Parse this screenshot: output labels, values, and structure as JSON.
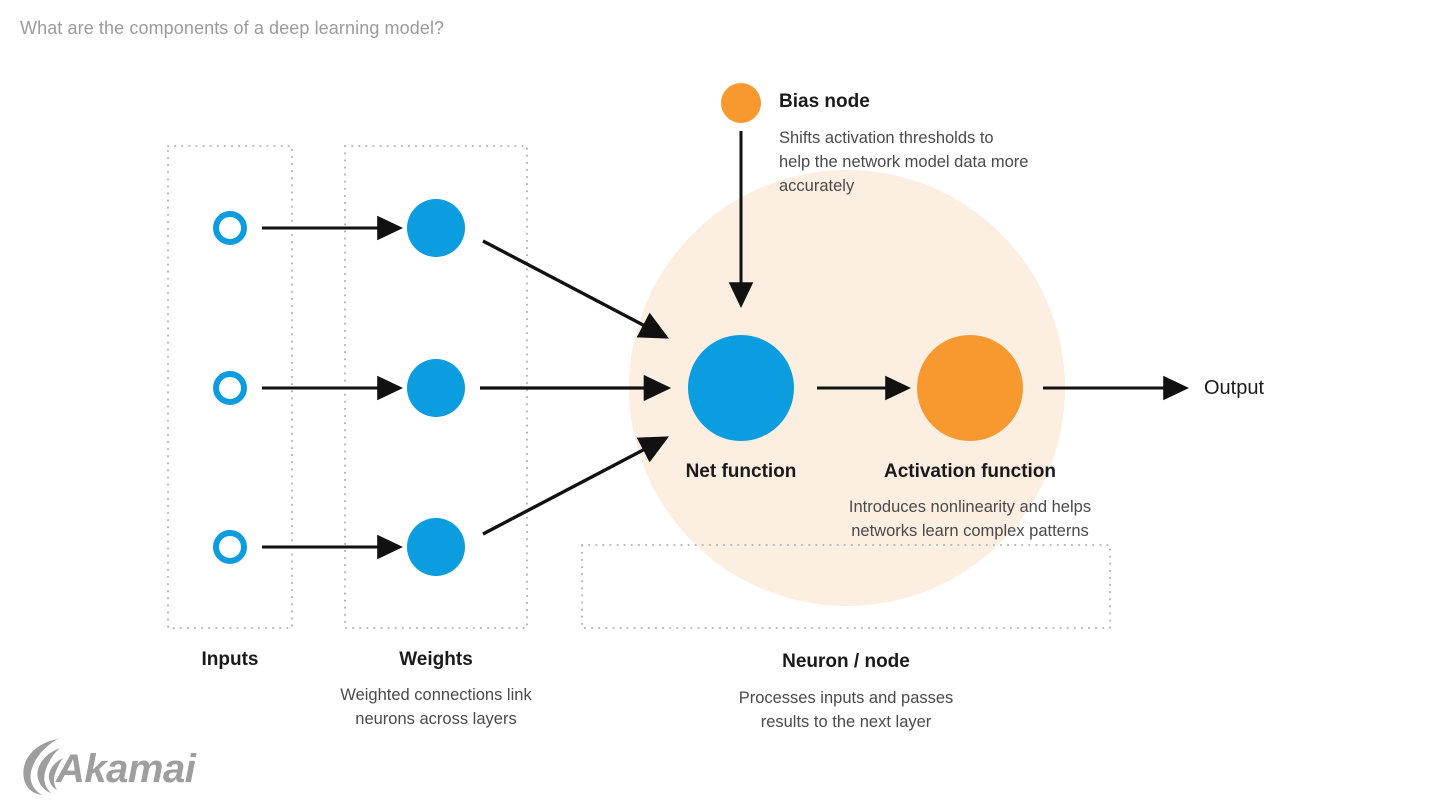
{
  "page": {
    "title": "What are the components of a deep learning model?",
    "background": "#ffffff"
  },
  "colors": {
    "blue": "#0c9de0",
    "orange": "#f7992f",
    "halo": "#fceee0",
    "arrow": "#111111",
    "dotted_box": "#b5b5b5",
    "title_gray": "#9b9b9b",
    "body_gray": "#4a4a4a",
    "heading_black": "#1a1a1a",
    "logo_gray": "#9e9e9e"
  },
  "bias": {
    "heading": "Bias node",
    "description": "Shifts activation thresholds to help the network model data more accurately",
    "node_color": "#f7992f"
  },
  "neuron": {
    "heading": "Neuron / node",
    "description": "Processes inputs and passes results to the next layer",
    "net_function_label": "Net function",
    "activation_label": "Activation function",
    "activation_description": "Introduces nonlinearity and helps networks learn complex patterns"
  },
  "inputs": {
    "heading": "Inputs",
    "nodes": [
      {
        "label": "input-node-1"
      },
      {
        "label": "input-node-2"
      },
      {
        "label": "input-node-3"
      }
    ]
  },
  "weights": {
    "heading": "Weights",
    "description": "Weighted connections link neurons across layers",
    "nodes": [
      {
        "label": "weight-node-1"
      },
      {
        "label": "weight-node-2"
      },
      {
        "label": "weight-node-3"
      }
    ]
  },
  "output": {
    "label": "Output"
  },
  "logo": {
    "wordmark": "Akamai"
  },
  "diagram_data": {
    "type": "diagram",
    "description": "Schematic of a single artificial neuron in a deep learning model",
    "layers": [
      {
        "name": "Inputs",
        "count": 3,
        "style": "hollow blue ring"
      },
      {
        "name": "Weights",
        "count": 3,
        "style": "solid blue disc"
      },
      {
        "name": "Net function",
        "count": 1,
        "style": "large solid blue disc"
      },
      {
        "name": "Activation function",
        "count": 1,
        "style": "large solid orange disc"
      },
      {
        "name": "Bias node",
        "count": 1,
        "style": "small solid orange disc"
      },
      {
        "name": "Output",
        "count": 1,
        "style": "text label"
      }
    ],
    "connections": [
      {
        "from": "input-node-1",
        "to": "weight-node-1"
      },
      {
        "from": "input-node-2",
        "to": "weight-node-2"
      },
      {
        "from": "input-node-3",
        "to": "weight-node-3"
      },
      {
        "from": "weight-node-1",
        "to": "net-function"
      },
      {
        "from": "weight-node-2",
        "to": "net-function"
      },
      {
        "from": "weight-node-3",
        "to": "net-function"
      },
      {
        "from": "bias-node",
        "to": "net-function"
      },
      {
        "from": "net-function",
        "to": "activation-function"
      },
      {
        "from": "activation-function",
        "to": "output"
      }
    ]
  }
}
